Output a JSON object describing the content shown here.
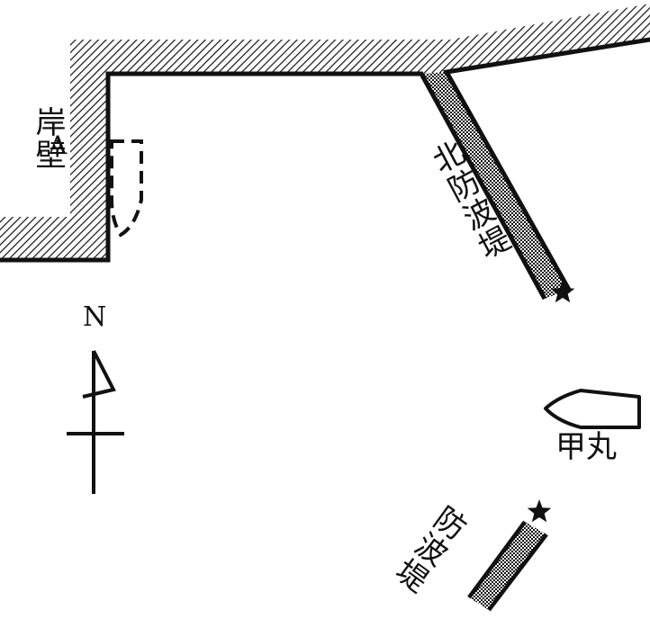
{
  "labels": {
    "quay": "岸壁",
    "quay_mark": "A",
    "north_breakwater": "北防波堤",
    "breakwater": "防波堤",
    "ship": "甲丸",
    "north": "N"
  },
  "icons": {
    "breakwater_head": "star-icon",
    "north_arrow": "north-arrow-icon"
  },
  "colors": {
    "ink": "#111111",
    "background": "#ffffff"
  }
}
